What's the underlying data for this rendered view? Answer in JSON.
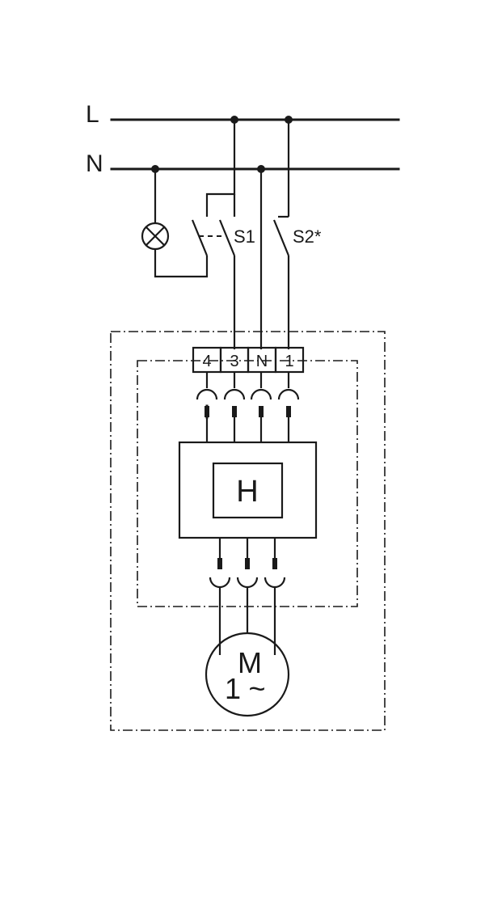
{
  "rails": {
    "line": "L",
    "neutral": "N"
  },
  "switches": {
    "s1": "S1",
    "s2": "S2*"
  },
  "terminals": [
    "4",
    "3",
    "N",
    "1"
  ],
  "controller": {
    "label": "H"
  },
  "motor": {
    "letter": "M",
    "phase": "1",
    "symbol": "~"
  }
}
